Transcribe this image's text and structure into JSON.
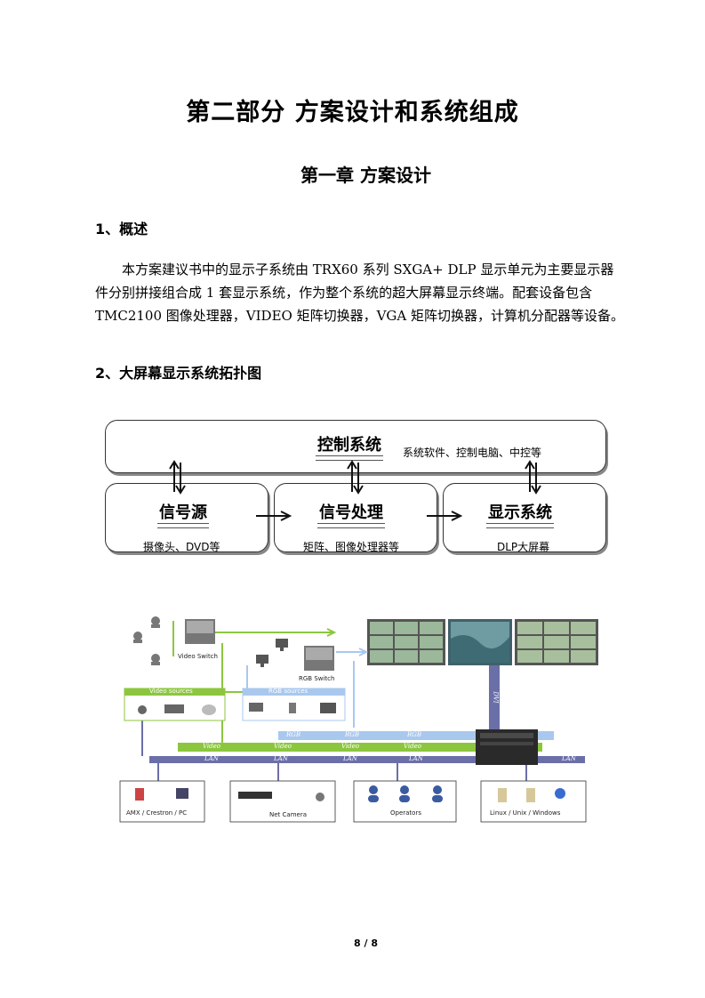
{
  "part_title": "第二部分  方案设计和系统组成",
  "chapter_title": "第一章  方案设计",
  "section1": {
    "heading": "1、概述",
    "lines": [
      "本方案建议书中的显示子系统由  TRX60 系列 SXGA+    DLP 显示单元为主要显示器",
      "件分别拼接组合成 1 套显示系统，作为整个系统的超大屏幕显示终端。配套设备包含",
      "TMC2100 图像处理器，VIDEO 矩阵切换器，VGA 矩阵切换器，计算机分配器等设备。"
    ]
  },
  "section2": {
    "heading": "2、大屏幕显示系统拓扑图"
  },
  "block_diagram": {
    "control": {
      "title": "控制系统",
      "sub": "系统软件、控制电脑、中控等"
    },
    "source": {
      "title": "信号源",
      "sub": "摄像头、DVD等"
    },
    "process": {
      "title": "信号处理",
      "sub": "矩阵、图像处理器等"
    },
    "display": {
      "title": "显示系统",
      "sub": "DLP大屏幕"
    }
  },
  "topology": {
    "video_switch": "Video Switch",
    "rgb_switch": "RGB Switch",
    "video_sources": "Video sources",
    "rgb_sources": "RGB sources",
    "dvi": "DVI",
    "rgb_band": [
      "RGB",
      "RGB",
      "RGB"
    ],
    "video_band": [
      "Video",
      "Video",
      "Video",
      "Video"
    ],
    "lan_band": [
      "LAN",
      "LAN",
      "LAN",
      "LAN",
      "LAN"
    ],
    "clients": [
      "AMX / Crestron / PC",
      "Net Camera",
      "Operators",
      "Linux / Unix / Windows"
    ],
    "colors": {
      "green": "#8cc63f",
      "blue": "#a9c8ee",
      "lan": "#6b6fa8"
    }
  },
  "page_number": "8 / 8"
}
